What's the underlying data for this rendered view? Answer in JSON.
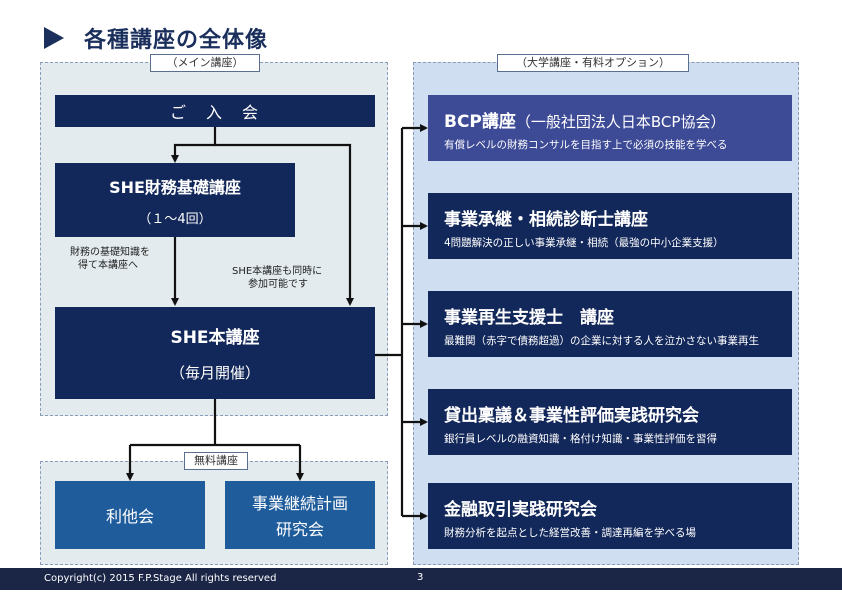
{
  "title": "各種講座の全体像",
  "main_panel": {
    "tag": "（メイン講座）"
  },
  "join": {
    "label": "ご　入　会"
  },
  "she_basic": {
    "title": "SHE財務基礎講座",
    "sub": "（１～4回）"
  },
  "note_left": {
    "line1": "財務の基礎知識を",
    "line2": "得て本講座へ"
  },
  "note_right": {
    "line1": "SHE本講座も同時に",
    "line2": "参加可能です"
  },
  "she_main": {
    "title": "SHE本講座",
    "sub": "（毎月開催）"
  },
  "free_panel": {
    "tag": "無料講座",
    "items": [
      "利他会",
      "事業継続計画",
      "研究会"
    ]
  },
  "option_panel": {
    "tag": "（大学講座・有料オプション）",
    "courses": [
      {
        "title": "BCP講座",
        "org": "（一般社団法人日本BCP協会）",
        "desc": "有償レベルの財務コンサルを目指す上で必須の技能を学べる"
      },
      {
        "title": "事業承継・相続診断士講座",
        "org": "",
        "desc": "4問題解決の正しい事業承継・相続（最強の中小企業支援）"
      },
      {
        "title": "事業再生支援士　講座",
        "org": "",
        "desc": "最難関（赤字で債務超過）の企業に対する人を泣かさない事業再生"
      },
      {
        "title": "貸出稟議＆事業性評価実践研究会",
        "org": "",
        "desc": "銀行員レベルの融資知識・格付け知識・事業性評価を習得"
      },
      {
        "title": "金融取引実践研究会",
        "org": "",
        "desc": "財務分析を起点とした経営改善・調達再編を学べる場"
      }
    ]
  },
  "footer": {
    "copyright": "Copyright(c) 2015 F.P.Stage All rights reserved",
    "page": "3"
  },
  "colors": {
    "navy": "#13285a",
    "bcp": "#3d4a96",
    "mid_blue": "#1f5c9c",
    "footer": "#1b2647"
  }
}
